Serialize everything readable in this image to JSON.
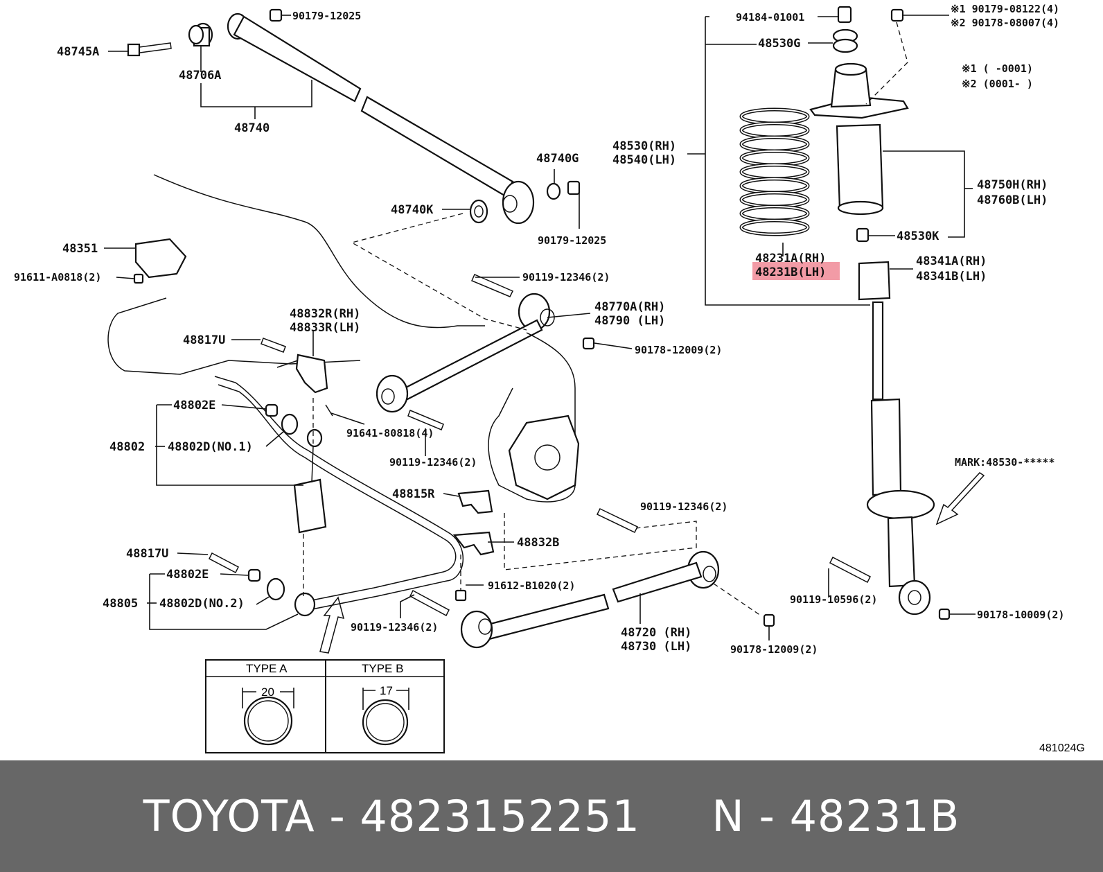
{
  "labels": {
    "l48745A": "48745A",
    "l48706A": "48706A",
    "l48740": "48740",
    "l90179_12025a": "90179-12025",
    "l48740G": "48740G",
    "l48740K": "48740K",
    "l90179_12025b": "90179-12025",
    "l48351": "48351",
    "l91611": "91611-A0818(2)",
    "l90119_12346a": "90119-12346(2)",
    "l48770A": "48770A(RH)",
    "l48790": "48790 (LH)",
    "l90178_12009a": "90178-12009(2)",
    "l48832R": "48832R(RH)",
    "l48833R": "48833R(LH)",
    "l48817Ua": "48817U",
    "l48802Ea": "48802E",
    "l48802": "48802",
    "l48802Da": "48802D(NO.1)",
    "l91641": "91641-80818(4)",
    "l90119_12346b": "90119-12346(2)",
    "l48815R": "48815R",
    "l90119_12346c": "90119-12346(2)",
    "l48832B": "48832B",
    "l48817Ub": "48817U",
    "l48802Eb": "48802E",
    "l48805": "48805",
    "l48802Db": "48802D(NO.2)",
    "l91612": "91612-B1020(2)",
    "l90119_12346d": "90119-12346(2)",
    "l48720": "48720 (RH)",
    "l48730": "48730 (LH)",
    "l90178_12009b": "90178-12009(2)",
    "l94184": "94184-01001",
    "l48530G": "48530G",
    "l90179_08122": "※1 90179-08122(4)",
    "l90178_08007": "※2 90178-08007(4)",
    "note1": "※1 (      -0001)",
    "note2": "※2 (0001-      )",
    "l48530": "48530(RH)",
    "l48540": "48540(LH)",
    "l48750H": "48750H(RH)",
    "l48760B": "48760B(LH)",
    "l48530K": "48530K",
    "l48231A": "48231A(RH)",
    "l48231B": "48231B(LH)",
    "l48341A": "48341A(RH)",
    "l48341B": "48341B(LH)",
    "mark": "MARK:48530-*****",
    "l90119_10596": "90119-10596(2)",
    "l90178_10009": "90178-10009(2)",
    "diagram_code": "481024G"
  },
  "type_table": {
    "type_a": {
      "title": "TYPE A",
      "dimension": "20"
    },
    "type_b": {
      "title": "TYPE B",
      "dimension": "17"
    }
  },
  "highlight_color": "#f08a96",
  "footer": {
    "text": "TOYOTA - 4823152251     N - 48231B",
    "background": "#676767"
  }
}
